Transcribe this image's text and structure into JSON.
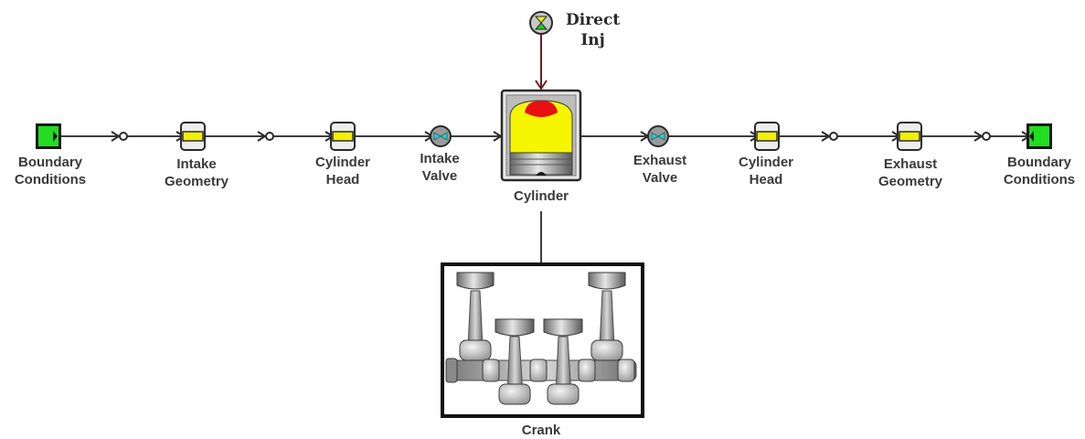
{
  "components": {
    "bc_left": {
      "line1": "Boundary",
      "line2": "Conditions"
    },
    "intake_geometry": {
      "line1": "Intake",
      "line2": "Geometry"
    },
    "cyl_head_left": {
      "line1": "Cylinder",
      "line2": "Head"
    },
    "intake_valve": {
      "line1": "Intake",
      "line2": "Valve"
    },
    "cylinder": {
      "line1": "Cylinder"
    },
    "exhaust_valve": {
      "line1": "Exhaust",
      "line2": "Valve"
    },
    "cyl_head_right": {
      "line1": "Cylinder",
      "line2": "Head"
    },
    "exhaust_geometry": {
      "line1": "Exhaust",
      "line2": "Geometry"
    },
    "bc_right": {
      "line1": "Boundary",
      "line2": "Conditions"
    },
    "direct_inj": {
      "line1": "Direct",
      "line2": "Inj"
    },
    "crank": {
      "line1": "Crank"
    }
  },
  "colors": {
    "boundary": "#22dd22",
    "pipe_fill": "#f3f000",
    "cylinder_fill": "#f5f500",
    "cylinder_dome": "#e81010",
    "valve_fill": "#36c8c8",
    "line": "#3c3c3c",
    "injector_link": "#6e1e1e"
  },
  "icons": {
    "boundary": "boundary-condition-icon",
    "pipe": "pipe-icon",
    "orifice": "orifice-icon",
    "valve": "valve-icon",
    "cylinder": "cylinder-icon",
    "injector": "injector-icon",
    "crank": "crankshaft-icon"
  }
}
